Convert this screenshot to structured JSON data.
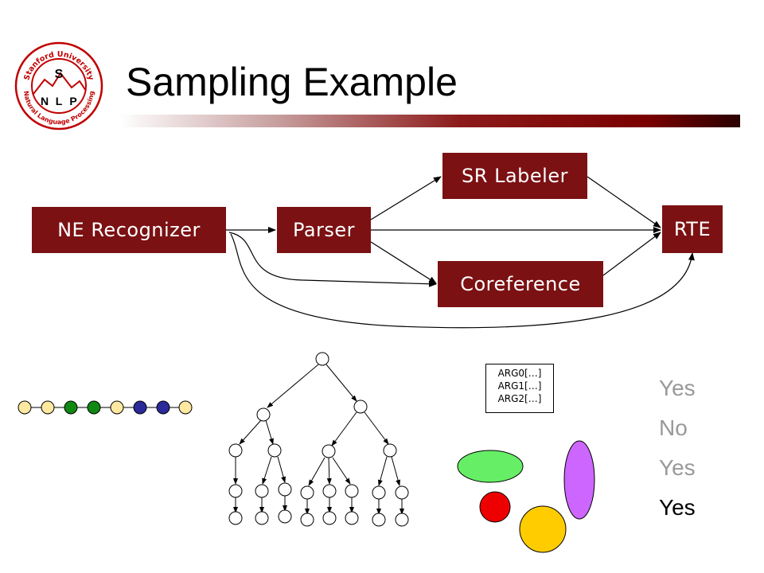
{
  "slide": {
    "title": "Sampling Example"
  },
  "logo": {
    "top_text": "Stanford University",
    "bottom_text": "Natural Language Processing",
    "letter_s": "S",
    "letters_nlp": [
      "N",
      "L",
      "P"
    ]
  },
  "pipeline": {
    "ne_recognizer": "NE Recognizer",
    "parser": "Parser",
    "sr_labeler": "SR Labeler",
    "coreference": "Coreference",
    "rte": "RTE"
  },
  "srl_output": [
    "ARG0[…]",
    "ARG1[…]",
    "ARG2[…]"
  ],
  "answers": [
    {
      "label": "Yes",
      "state": "faded"
    },
    {
      "label": "No",
      "state": "faded"
    },
    {
      "label": "Yes",
      "state": "faded"
    },
    {
      "label": "Yes",
      "state": "final"
    }
  ],
  "colors": {
    "box_fill": "#7b1113",
    "box_text": "#ffffff",
    "ne_chain": [
      "#ffe8a0",
      "#ffe8a0",
      "#118811",
      "#118811",
      "#ffe8a0",
      "#2a2a9a",
      "#2a2a9a",
      "#ffe8a0"
    ],
    "coref_blobs": [
      "#66ee66",
      "#ee0000",
      "#ffcc00",
      "#cc66ff"
    ],
    "answer_faded": "#999999",
    "answer_final": "#000000"
  }
}
